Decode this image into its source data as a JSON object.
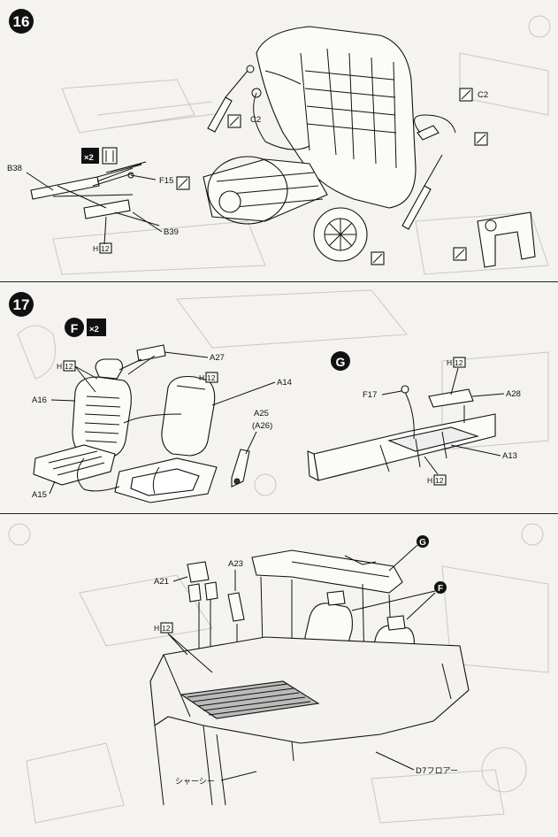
{
  "steps": [
    {
      "number": "16",
      "labels": {
        "c2_left": "C2",
        "c2_right": "C2",
        "b38": "B38",
        "f15": "F15",
        "b39": "B39",
        "h12_label": "H",
        "h12_box": "12",
        "x2": "×2"
      }
    },
    {
      "number": "17",
      "sub_f": "F",
      "sub_f_mult": "×2",
      "sub_g": "G",
      "labels": {
        "a27": "A27",
        "a14": "A14",
        "a16": "A16",
        "a15": "A15",
        "a25": "A25",
        "a26": "(A26)",
        "h12_a": "12",
        "h12_b": "12",
        "h12_c": "12",
        "h12_d": "12",
        "h": "H",
        "f17": "F17",
        "a28": "A28",
        "a13": "A13"
      }
    },
    {
      "number": "",
      "labels": {
        "a21": "A21",
        "a23": "A23",
        "h": "H",
        "h12": "12",
        "g": "G",
        "f": "F",
        "chassis": "シャーシー",
        "floor": "D7フロアー"
      }
    }
  ]
}
